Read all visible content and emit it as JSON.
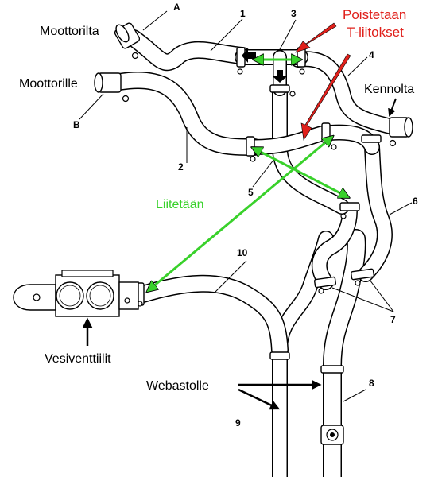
{
  "labels": {
    "moottorilta": "Moottorilta",
    "moottorille": "Moottorille",
    "kennolta": "Kennolta",
    "poistetaan": "Poistetaan",
    "t_liitokset": "T-liitokset",
    "liitetaan": "Liitetään",
    "vesiventtiilit": "Vesiventtiilit",
    "webastolle": "Webastolle"
  },
  "callouts": {
    "a": "A",
    "b": "B",
    "n1": "1",
    "n2": "2",
    "n3": "3",
    "n4": "4",
    "n5": "5",
    "n6": "6",
    "n7": "7",
    "n8": "8",
    "n9": "9",
    "n10": "10"
  },
  "colors": {
    "remove": "#e0201b",
    "connect": "#39d12b",
    "line": "#000000"
  }
}
